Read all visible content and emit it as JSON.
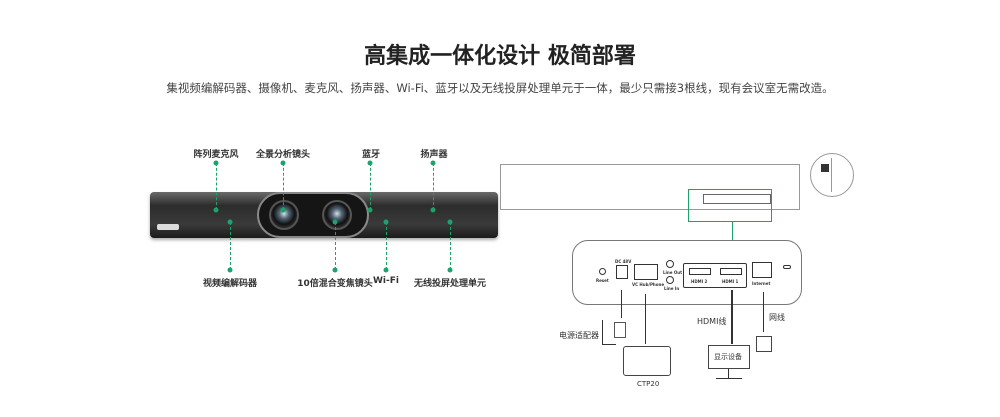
{
  "header": {
    "title": "高集成一体化设计 极简部署",
    "subtitle": "集视频编解码器、摄像机、麦克风、扬声器、Wi-Fi、蓝牙以及无线投屏处理单元于一体，最少只需接3根线，现有会议室无需改造。"
  },
  "device_labels": {
    "top": [
      "阵列麦克风",
      "全景分析镜头",
      "蓝牙",
      "扬声器"
    ],
    "bottom": [
      "视频编解码器",
      "10倍混合变焦镜头",
      "Wi-Fi",
      "无线投屏处理单元"
    ]
  },
  "ports": {
    "reset": "Reset",
    "dc": "DC 48V",
    "vchub": "VC Hub/Phone",
    "line_out": "Line Out",
    "line_in": "Line In",
    "hdmi2": "HDMI 2",
    "hdmi1": "HDMI 1",
    "internet": "Internet"
  },
  "connections": {
    "power_adapter": "电源适配器",
    "touch_panel": "CTP20",
    "hdmi_cable": "HDMI线",
    "display": "显示设备",
    "network_cable": "网线"
  },
  "accent_color": "#1aa36b"
}
